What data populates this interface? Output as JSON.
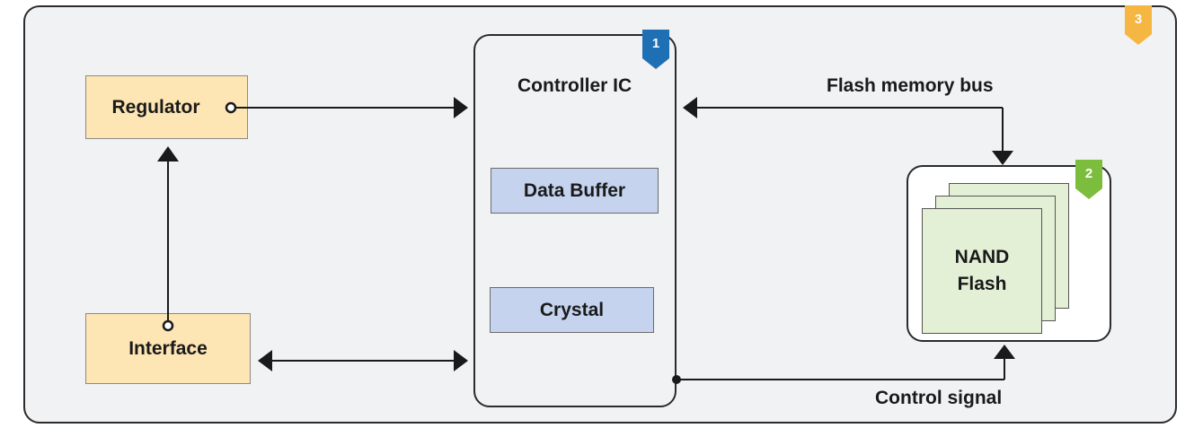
{
  "diagram": {
    "controller": {
      "title": "Controller IC",
      "badge": "1"
    },
    "nand": {
      "line1": "NAND",
      "line2": "Flash",
      "badge": "2"
    },
    "board": {
      "badge": "3"
    },
    "regulator": {
      "label": "Regulator"
    },
    "interface": {
      "label": "Interface"
    },
    "data_buffer": {
      "label": "Data Buffer"
    },
    "crystal": {
      "label": "Crystal"
    },
    "flash_bus": {
      "label": "Flash memory bus"
    },
    "control_signal": {
      "label": "Control signal"
    },
    "colors": {
      "badge_1": "#1f6fb5",
      "badge_2": "#7cbd3d",
      "badge_3": "#f5b642",
      "power_box": "#fde5b4",
      "sub_block": "#c5d3ee",
      "flash_chip": "#e3f0d5"
    }
  }
}
